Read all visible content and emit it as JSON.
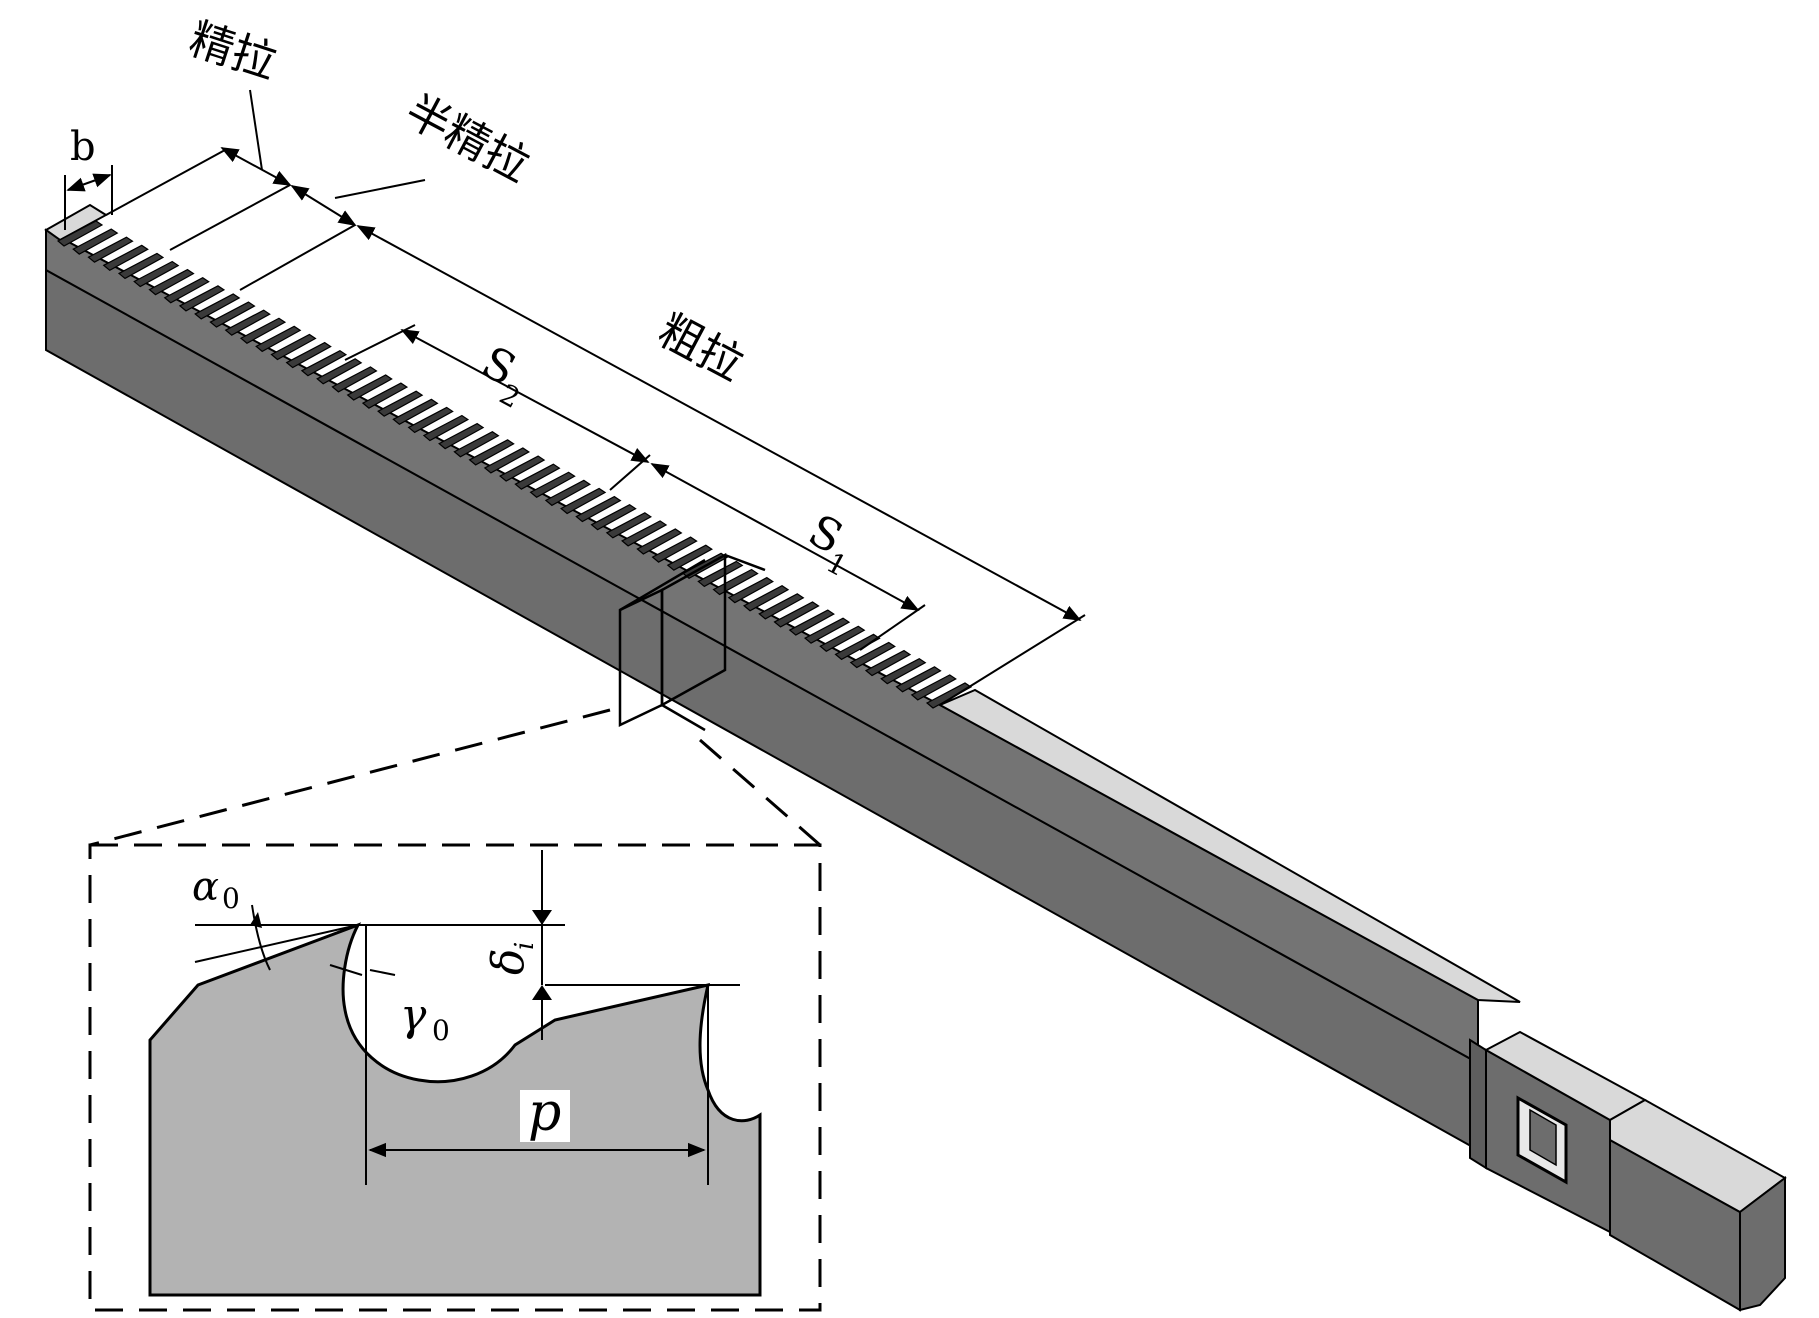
{
  "diagram": {
    "labels": {
      "finish_broaching": "精拉",
      "semi_finish_broaching": "半精拉",
      "rough_broaching": "粗拉",
      "width": "b",
      "s2": "S",
      "s2_sub": "2",
      "s1": "S",
      "s1_sub": "1"
    },
    "detail": {
      "alpha": "α",
      "alpha_sub": "0",
      "gamma": "γ",
      "gamma_sub": "0",
      "delta": "δ",
      "delta_sub": "i",
      "pitch": "p"
    }
  },
  "colors": {
    "side_dark": "#6d6d6d",
    "top_light": "#d9d9d9",
    "profile_gray": "#b3b3b3",
    "line": "#000000"
  }
}
